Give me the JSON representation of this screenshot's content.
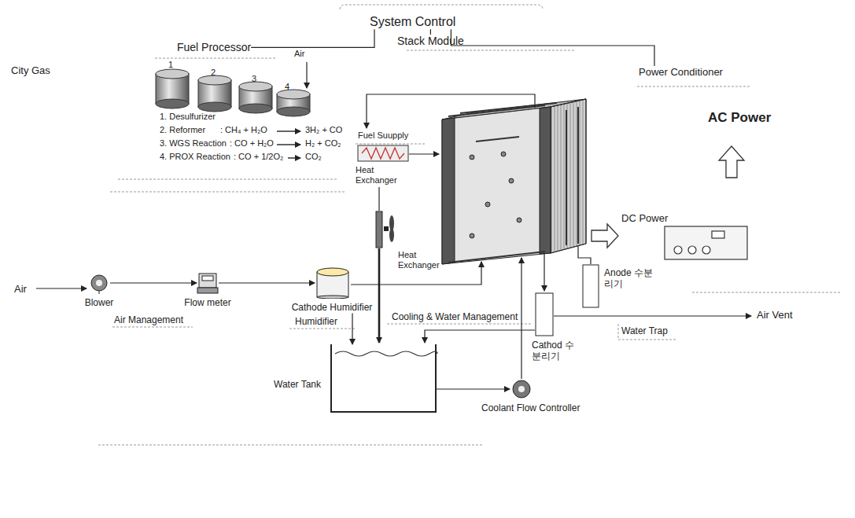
{
  "diagram": {
    "nodes": [
      {
        "text": [
          "System Control"
        ]
      },
      {
        "text": [
          "Stack Module"
        ]
      },
      {
        "text": [
          "Power Conditioner"
        ]
      },
      {
        "text": [
          "Fuel Processor"
        ]
      },
      {
        "text": [
          "Fuel Suupply"
        ]
      },
      {
        "text": [
          "Heat Exchanger"
        ]
      },
      {
        "text": [
          "Heat Exchanger"
        ]
      },
      {
        "text": [
          "Blower"
        ]
      },
      {
        "text": [
          "Flow meter"
        ]
      },
      {
        "text": [
          "Cathode Humidifier"
        ]
      },
      {
        "text": [
          "Water Tank"
        ]
      },
      {
        "text": [
          "Coolant Flow Controller"
        ]
      },
      {
        "text": [
          "Cathod 수분리기"
        ]
      },
      {
        "text": [
          "Anode 수분리기"
        ]
      }
    ],
    "edges": [
      {
        "from": 0,
        "to": 3,
        "arrow": "none"
      },
      {
        "from": 0,
        "to": 1,
        "arrow": "none"
      },
      {
        "from": 0,
        "to": 2,
        "arrow": "none"
      },
      {
        "from": 7,
        "to": 8,
        "arrow": "to"
      },
      {
        "from": 8,
        "to": 9,
        "arrow": "to"
      },
      {
        "from": 9,
        "to": 10,
        "arrow": "to"
      }
    ],
    "labels": [
      "City Gas",
      "1",
      "2",
      "3",
      "4",
      "Air",
      "1. Desulfurizer",
      "2. Reformer",
      ": CH₄ + H₂O",
      "3H₂ + CO",
      "3. WGS Reaction",
      ": CO + H₂O",
      "H₂ + CO₂",
      "4. PROX Reaction",
      ": CO + 1/2O₂",
      "CO₂",
      "DC Power",
      "AC Power",
      "Air",
      "Air Management",
      "Humidifier",
      "Cooling & Water Management",
      "Air Vent",
      "Water Trap"
    ]
  }
}
